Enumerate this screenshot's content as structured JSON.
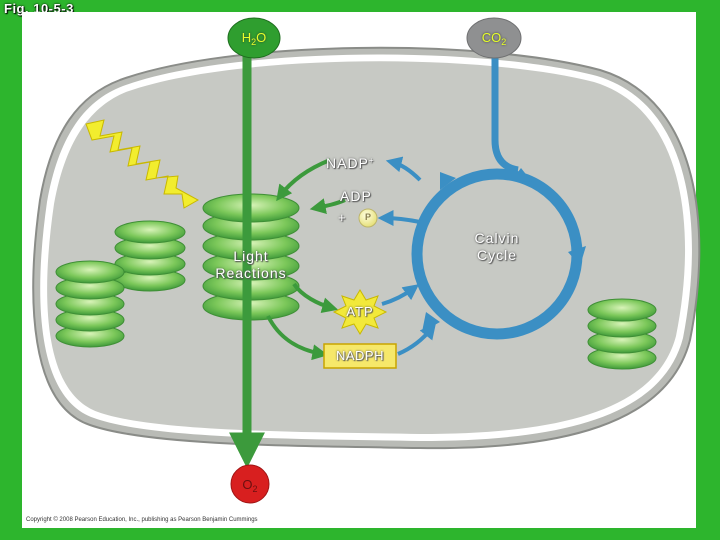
{
  "figure_label": "Fig. 10-5-3",
  "molecules": {
    "water": "H2O",
    "carbon_dioxide": "CO2",
    "oxygen": "O2",
    "nadp_plus": "NADP+",
    "adp": "ADP",
    "plus_sign": "+",
    "p_i": "P",
    "atp": "ATP",
    "nadph": "NADPH"
  },
  "stages": {
    "light_reactions": [
      "Light",
      "Reactions"
    ],
    "calvin_cycle": [
      "Calvin",
      "Cycle"
    ]
  },
  "copyright": "Copyright © 2008 Pearson Education, Inc., publishing as Pearson Benjamin Cummings",
  "colors": {
    "background": "#2db52d",
    "stroma": "#c7c9c4",
    "water_circle": "#2f9e2f",
    "co2_circle": "#8f9091",
    "o2_circle": "#d81f1f",
    "arrow_green": "#3c9a3c",
    "calvin_blue": "#3b8fc4",
    "atp_burst": "#f2e93a",
    "nadph_box": "#f6e86a"
  }
}
